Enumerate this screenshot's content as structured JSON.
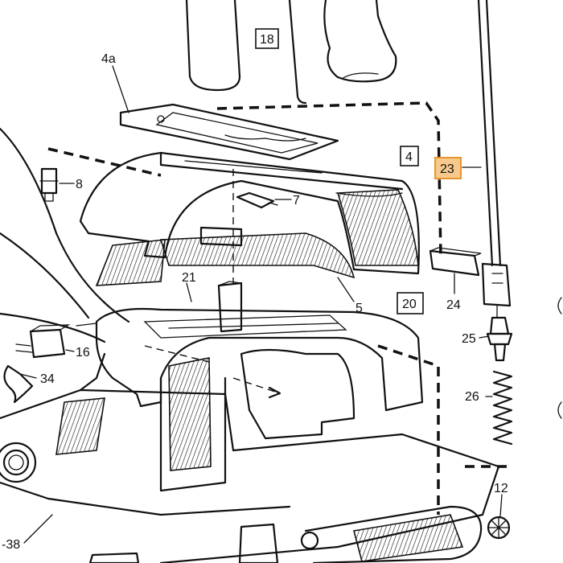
{
  "callouts": {
    "c18": "18",
    "c4a": "4a",
    "c8": "8",
    "c7": "7",
    "c4": "4",
    "c23": "23",
    "c5": "5",
    "c21": "21",
    "c20": "20",
    "c24": "24",
    "c25": "25",
    "c16": "16",
    "c34": "34",
    "c26": "26",
    "c12": "12",
    "c38": "-38"
  },
  "highlight_color": "#f7c98c",
  "highlight_border": "#e8952a"
}
